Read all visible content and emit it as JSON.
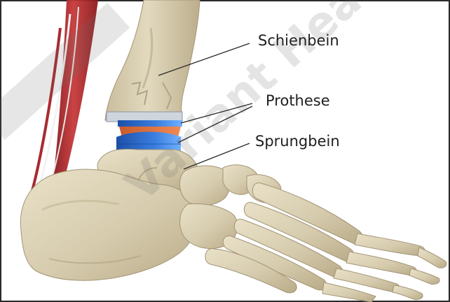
{
  "labels": {
    "tibia": "Schienbein",
    "prosthesis": "Prothese",
    "talus": "Sprungbein"
  },
  "watermark": "Variant Health",
  "colors": {
    "bone": "#d9cfb3",
    "prosthesis_blue": "#2f6fd6",
    "prosthesis_orange": "#e4703e",
    "muscle": "#b3262a",
    "frame": "#2a2a2a"
  }
}
